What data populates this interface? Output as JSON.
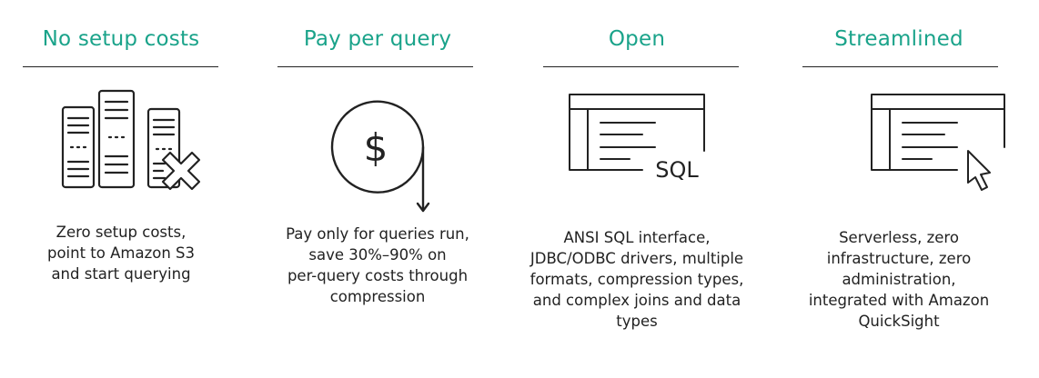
{
  "accent_color": "#1aa38a",
  "sections": [
    {
      "title": "No setup costs",
      "icon": "server-rack-with-x-icon",
      "lines": [
        "Zero setup costs,",
        "point to Amazon S3",
        "and start querying"
      ]
    },
    {
      "title": "Pay per query",
      "icon": "dollar-coin-icon",
      "lines": [
        "Pay only for queries run,",
        "save 30%–90% on",
        "per-query costs through",
        "compression"
      ]
    },
    {
      "title": "Open",
      "icon": "sql-window-icon",
      "icon_text": "SQL",
      "lines": [
        "ANSI SQL interface,",
        "JDBC/ODBC drivers, multiple",
        "formats, compression types,",
        "and complex joins and data",
        "types"
      ]
    },
    {
      "title": "Streamlined",
      "icon": "window-with-cursor-icon",
      "lines": [
        "Serverless, zero",
        "infrastructure, zero",
        "administration,",
        "integrated with Amazon",
        "QuickSight"
      ]
    }
  ]
}
